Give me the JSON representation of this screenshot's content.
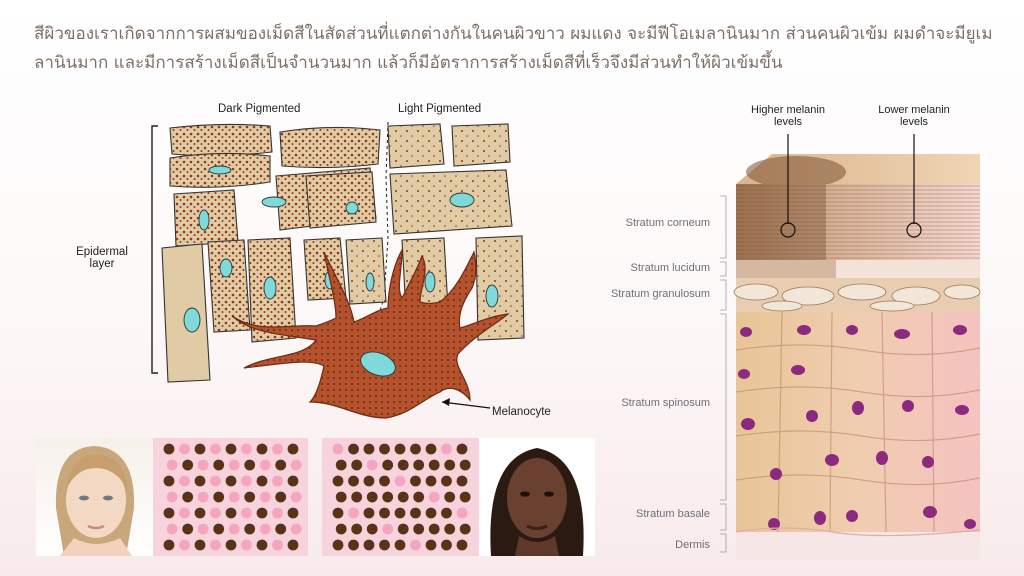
{
  "headline": "สีผิวของเราเกิดจากการผสมของเม็ดสีในสัดส่วนที่แตกต่างกันในคนผิวขาว ผมแดง จะมีฟีโอเมลานินมาก ส่วนคนผิวเข้ม ผมดำจะมียูเมลานินมาก และมีการสร้างเม็ดสีเป็นจำนวนมาก แล้วก็มีอัตราการสร้างเม็ดสีที่เร็วจึงมีส่วนทำให้ผิวเข้มขึ้น",
  "left_diagram": {
    "dark_label": "Dark Pigmented",
    "light_label": "Light Pigmented",
    "epidermal_label_1": "Epidermal",
    "epidermal_label_2": "layer",
    "melanocyte_label": "Melanocyte"
  },
  "pigment_grids": [
    {
      "description_colors": {
        "dark": "#5a3216",
        "light": "#f6a5bf"
      },
      "background": "#f6d3dd"
    },
    {
      "description_colors": {
        "dark": "#5a3216",
        "light": "#f6a5bf"
      },
      "background": "#f6d3dd"
    }
  ],
  "right_diagram": {
    "higher_label_1": "Higher melanin",
    "higher_label_2": "levels",
    "lower_label_1": "Lower melanin",
    "lower_label_2": "levels",
    "layers": [
      "Stratum corneum",
      "Stratum lucidum",
      "Stratum granulosum",
      "Stratum spinosum",
      "Stratum basale",
      "Dermis"
    ]
  },
  "colors": {
    "cell_fill": "#e1cba5",
    "melanin": "#8b3a1c",
    "nucleus": "#7fd9d9",
    "headline": "#7e6f66"
  }
}
